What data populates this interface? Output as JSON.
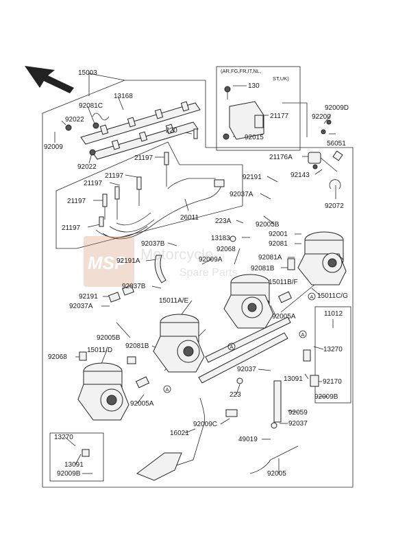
{
  "labels": {
    "p15003": "15003",
    "p92081C": "92081C",
    "p13168": "13168",
    "p92022a": "92022",
    "p92009": "92009",
    "p220": "220",
    "p92022b": "92022",
    "p21197a": "21197",
    "p21197b": "21197",
    "p21197c": "21197",
    "p21197d": "21197",
    "p21197e": "21197",
    "p26011": "26011",
    "p130": "130",
    "p21177": "21177",
    "p92015": "92015",
    "p92009D": "92009D",
    "p92200": "92200",
    "p56051": "56051",
    "p21176A": "21176A",
    "p92143": "92143",
    "p92072": "92072",
    "p92191a": "92191",
    "p92037Aa": "92037A",
    "p223A": "223A",
    "p92005B_r": "92005B",
    "p13183": "13183",
    "p92001": "92001",
    "p92081": "92081",
    "p92068a": "92068",
    "p92009A": "92009A",
    "p92081A": "92081A",
    "p92081B_r": "92081B",
    "p15011BF": "15011B/F",
    "p92037B_a": "92037B",
    "p92191A": "92191A",
    "p92037B_b": "92037B",
    "p15011CG": "15011C/G",
    "p92191b": "92191",
    "p92037Ab": "92037A",
    "p15011AE": "15011A/E",
    "p92005A_r": "92005A",
    "p92005B_l": "92005B",
    "p11012": "11012",
    "p15011D": "15011/D",
    "p92081B_l": "92081B",
    "p13270a": "13270",
    "p92068b": "92068",
    "p13091a": "13091",
    "p92170": "92170",
    "p92037a": "92037",
    "p92009B_r": "92009B",
    "p223": "223",
    "p92005A_l": "92005A",
    "p92059": "92059",
    "p92009C": "92009C",
    "p92037b": "92037",
    "p16021": "16021",
    "p49019": "49019",
    "p13270b": "13270",
    "p13091b": "13091",
    "p92009B_l": "92009B",
    "p92005": "92005"
  },
  "region_note_line1": "(AR,FG,FR,IT,NL,",
  "region_note_line2": "ST,UK)",
  "marker_letter": "A",
  "watermark": {
    "logo": "MSP",
    "line1": "Motorcycle",
    "line2": "Spare Parts"
  }
}
